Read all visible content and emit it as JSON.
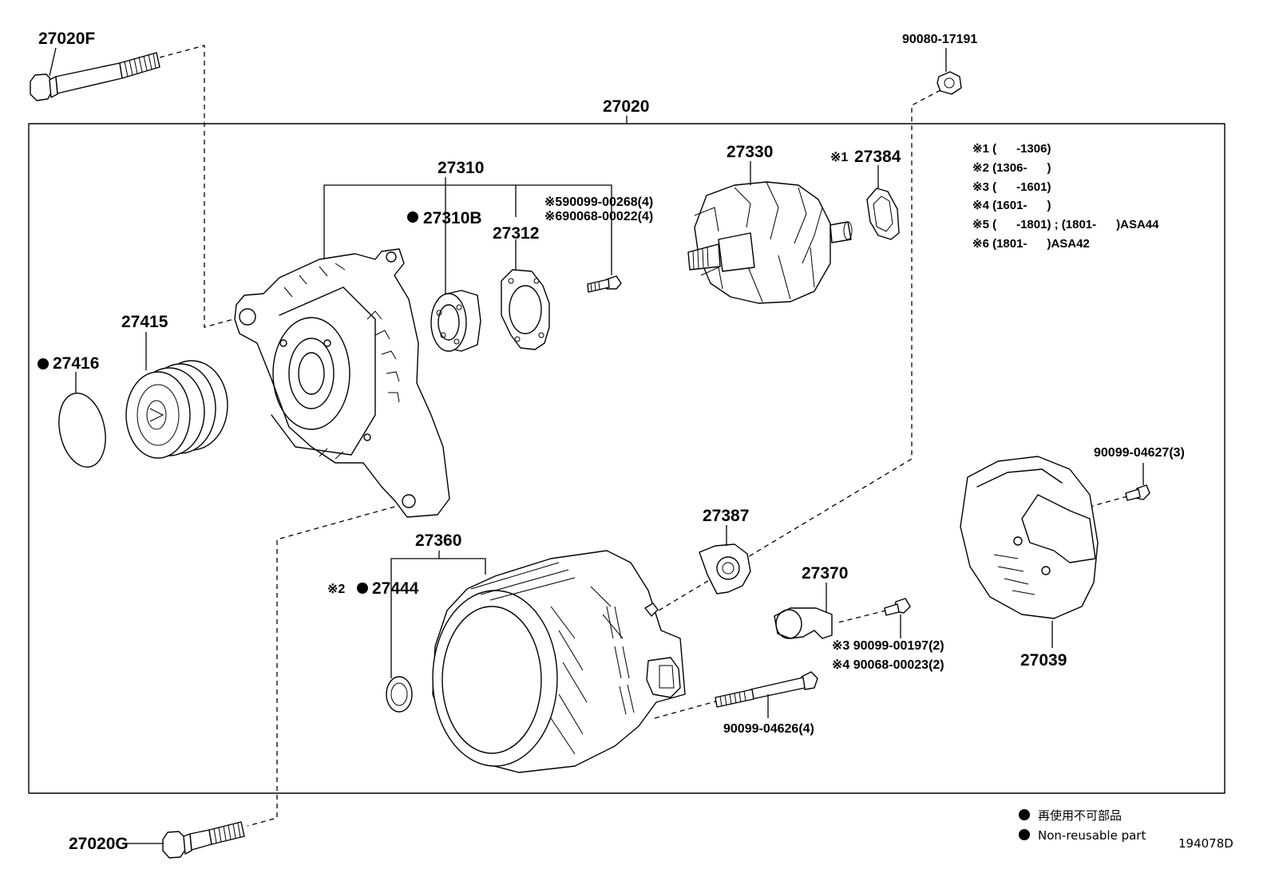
{
  "parts": {
    "p27020": "27020",
    "p27020F": "27020F",
    "p27020G": "27020G",
    "p90080_17191": "90080-17191",
    "p27310": "27310",
    "p27310B": "27310B",
    "p27312": "27312",
    "p27330": "27330",
    "p27384": "27384",
    "p27384_prefix": "※1",
    "p27415": "27415",
    "p27416": "27416",
    "p27360": "27360",
    "p27444": "27444",
    "p27444_prefix": "※2",
    "p27387": "27387",
    "p27370": "27370",
    "p27039": "27039",
    "p90099_04627": "90099-04627(3)",
    "p90099_04626": "90099-04626(4)",
    "bolt_5": "※590099-00268(4)",
    "bolt_6": "※690068-00022(4)",
    "screw_3": "※3 90099-00197(2)",
    "screw_4": "※4 90068-00023(2)"
  },
  "notes": [
    "※1 (      -1306)",
    "※2 (1306-      )",
    "※3 (      -1601)",
    "※4 (1601-      )",
    "※5 (      -1801) ; (1801-      )ASA44",
    "※6 (1801-      )ASA42"
  ],
  "legend": {
    "jp": "再使用不可部品",
    "en": "Non-reusable part"
  },
  "diagram_id": "194078D",
  "colors": {
    "ink": "#000000",
    "paper": "#ffffff"
  }
}
